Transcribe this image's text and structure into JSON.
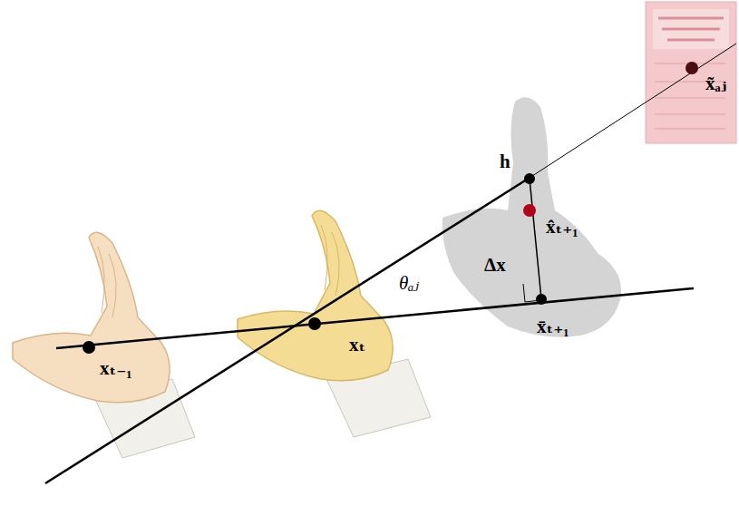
{
  "diagram": {
    "labels": [
      "xₜ₋₁",
      "xₜ",
      "θₐⱼ",
      "h",
      "x̂ₜ₊₁",
      "Δx",
      "x̄ₜ₊₁",
      "x̃ₐⱼ"
    ]
  }
}
